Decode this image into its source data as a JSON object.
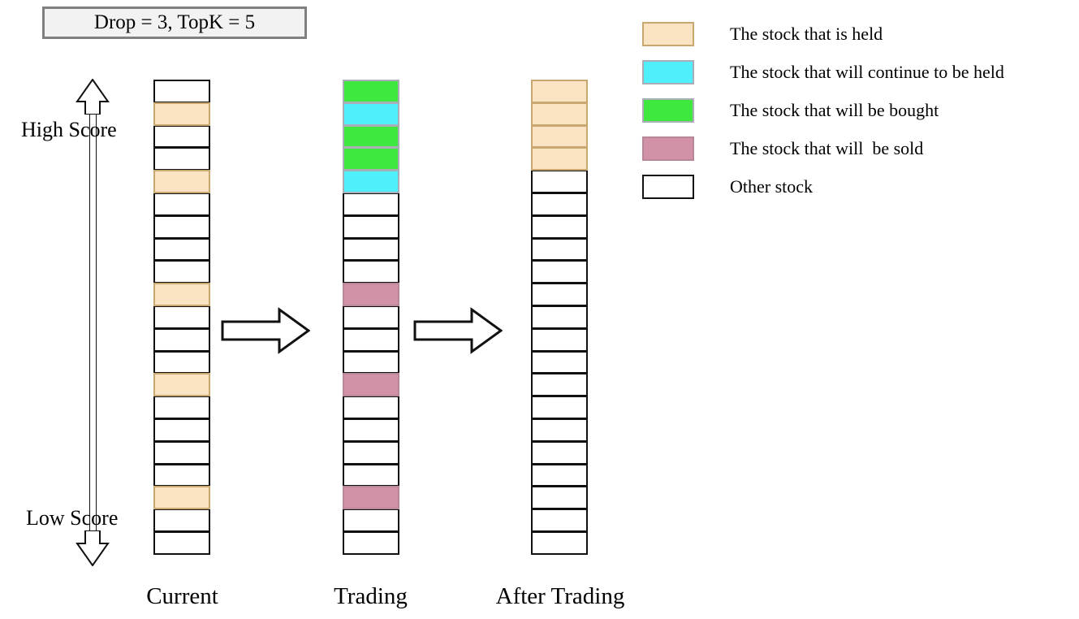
{
  "title_box": {
    "text": "Drop = 3, TopK = 5"
  },
  "axis": {
    "high_label": "High Score",
    "low_label": "Low Score",
    "up_arrow_icon": "arrow-up-icon",
    "down_arrow_icon": "arrow-down-icon"
  },
  "flow": {
    "arrow_1_icon": "arrow-right-icon",
    "arrow_2_icon": "arrow-right-icon"
  },
  "colors": {
    "held": "#fae3c3",
    "keep": "#4ff0fc",
    "buy": "#3ee83e",
    "sell": "#d191a6",
    "other": "#ffffff",
    "outline": "#111111",
    "title_border": "#808080",
    "title_fill": "#f2f2f2"
  },
  "columns": [
    {
      "id": "current",
      "label": "Current",
      "cells": [
        "other",
        "held",
        "other",
        "other",
        "held",
        "other",
        "other",
        "other",
        "other",
        "held",
        "other",
        "other",
        "other",
        "held",
        "other",
        "other",
        "other",
        "other",
        "held",
        "other",
        "other"
      ]
    },
    {
      "id": "trading",
      "label": "Trading",
      "cells": [
        "buy",
        "keep",
        "buy",
        "buy",
        "keep",
        "other",
        "other",
        "other",
        "other",
        "sell",
        "other",
        "other",
        "other",
        "sell",
        "other",
        "other",
        "other",
        "other",
        "sell",
        "other",
        "other"
      ]
    },
    {
      "id": "after",
      "label": "After Trading",
      "cells": [
        "held",
        "held",
        "held",
        "held",
        "other",
        "other",
        "other",
        "other",
        "other",
        "other",
        "other",
        "other",
        "other",
        "other",
        "other",
        "other",
        "other",
        "other",
        "other",
        "other",
        "other"
      ]
    }
  ],
  "legend": {
    "items": [
      {
        "swatch": "held",
        "text": "The stock that is held"
      },
      {
        "swatch": "keep",
        "text": "The stock that will continue to be held"
      },
      {
        "swatch": "buy",
        "text": "The stock that will be bought"
      },
      {
        "swatch": "sell",
        "text": "The stock that will  be sold"
      },
      {
        "swatch": "other",
        "text": "Other stock"
      }
    ]
  }
}
